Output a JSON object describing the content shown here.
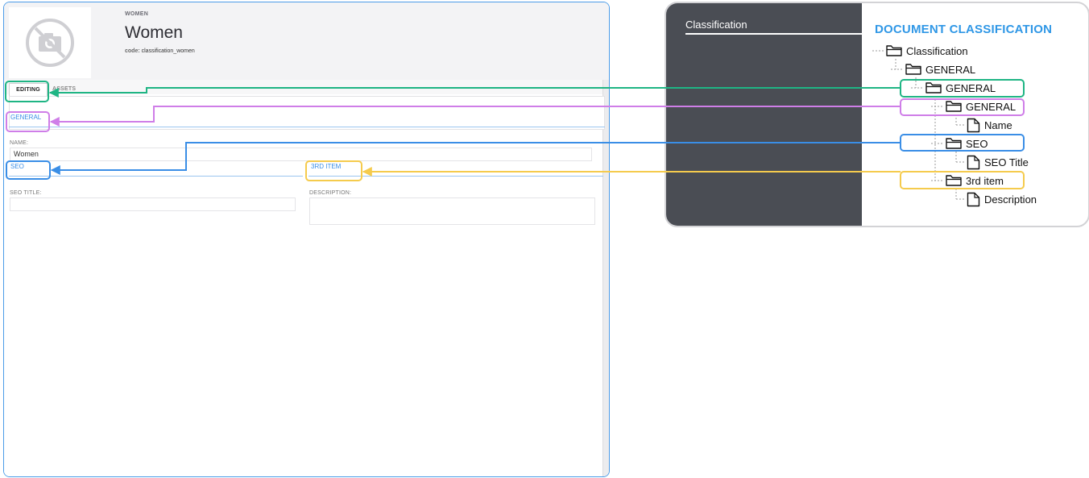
{
  "editor": {
    "breadcrumb": "WOMEN",
    "title": "Women",
    "code_label": "code:",
    "code_value": "classification_women",
    "image_icon": "no-image-camera-icon",
    "tabs": [
      {
        "label": "EDITING",
        "active": true
      },
      {
        "label": "ASSETS",
        "active": false
      }
    ],
    "sections": {
      "general": "GENERAL",
      "seo": "SEO",
      "third": "3RD ITEM"
    },
    "fields": {
      "name_label": "NAME:",
      "name_value": "Women",
      "seo_title_label": "SEO TITLE:",
      "seo_title_value": "",
      "description_label": "DESCRIPTION:",
      "description_value": ""
    }
  },
  "classification": {
    "sidebar_title": "Classification",
    "heading": "DOCUMENT CLASSIFICATION",
    "tree": [
      {
        "label": "Classification",
        "type": "folder"
      },
      {
        "label": "GENERAL",
        "type": "folder"
      },
      {
        "label": "GENERAL",
        "type": "folder"
      },
      {
        "label": "GENERAL",
        "type": "folder"
      },
      {
        "label": "Name",
        "type": "file"
      },
      {
        "label": "SEO",
        "type": "folder"
      },
      {
        "label": "SEO Title",
        "type": "file"
      },
      {
        "label": "3rd item",
        "type": "folder"
      },
      {
        "label": "Description",
        "type": "file"
      }
    ]
  },
  "colors": {
    "editing": "#1fb584",
    "general": "#cf7ee8",
    "seo": "#3a8ee6",
    "third": "#f5cb4d"
  }
}
